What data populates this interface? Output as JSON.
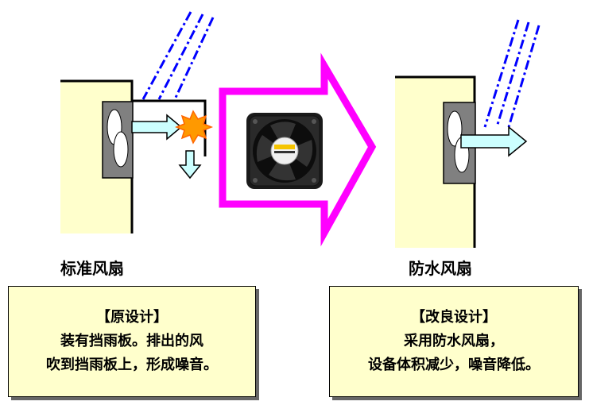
{
  "left_panel": {
    "caption": "标准风扇",
    "box_title": "【原设计】",
    "box_lines": [
      "装有挡雨板。排出的风",
      "吹到挡雨板上，形成噪音。"
    ]
  },
  "right_panel": {
    "caption": "防水风扇",
    "box_title": "【改良设计】",
    "box_lines": [
      "采用防水风扇，",
      "设备体积减少，噪音降低。"
    ]
  },
  "colors": {
    "wall": "#ffffcc",
    "arrow_outline": "#ff00ff",
    "airflow": "#ccffff",
    "rain": "#0000ff",
    "noise_burst": "#ff9900",
    "fan_housing": "#808080"
  },
  "icons": [
    "standard-fan-icon",
    "waterproof-fan-icon",
    "fan-photo-icon",
    "noise-burst-icon",
    "rain-drops-icon"
  ]
}
